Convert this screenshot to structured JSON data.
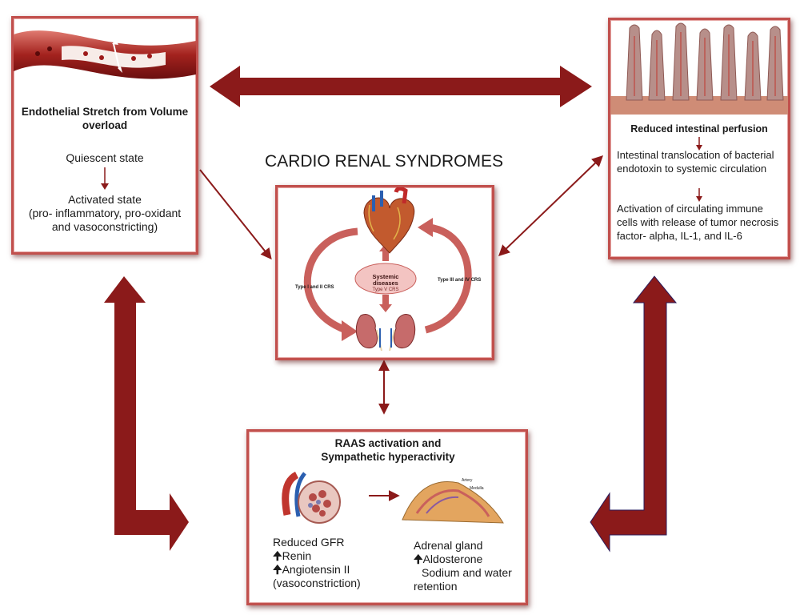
{
  "title": "CARDIO RENAL SYNDROMES",
  "endothelial": {
    "heading": "Endothelial Stretch from Volume overload",
    "state1": "Quiescent state",
    "state2": "Activated state",
    "state2_detail": "(pro- inflammatory, pro-oxidant and vasoconstricting)"
  },
  "intestinal": {
    "heading": "Reduced intestinal perfusion",
    "line1": "Intestinal translocation of bacterial endotoxin to systemic circulation",
    "line2": "Activation of  circulating immune cells with release of tumor necrosis factor- alpha, IL-1, and IL-6"
  },
  "center": {
    "left_label": "Type I and II CRS",
    "right_label": "Type III and IV CRS",
    "systemic_title": "Systemic diseases",
    "systemic_sub": "Type V CRS"
  },
  "raas": {
    "heading_line1": "RAAS activation and",
    "heading_line2": "Sympathetic hyperactivity",
    "left_line1": "Reduced GFR",
    "left_line2": "Renin",
    "left_line3": "Angiotensin II",
    "left_line4": "(vasoconstriction)",
    "right_line1": "Adrenal gland",
    "right_line2": "Aldosterone",
    "right_line3": "Sodium and water",
    "right_line4": "retention",
    "adrenal_label1": "Artery",
    "adrenal_label2": "Medulla"
  },
  "colors": {
    "arrow_dark": "#8b1a1a",
    "box_border": "#c1504d",
    "loop_arrow": "#c9605c",
    "systemic_fill": "#f3c4c2"
  },
  "icons": [
    "blood-vessel-illustration",
    "intestinal-villi-illustration",
    "heart-illustration",
    "kidney-illustration",
    "nephron-illustration",
    "adrenal-gland-illustration"
  ]
}
